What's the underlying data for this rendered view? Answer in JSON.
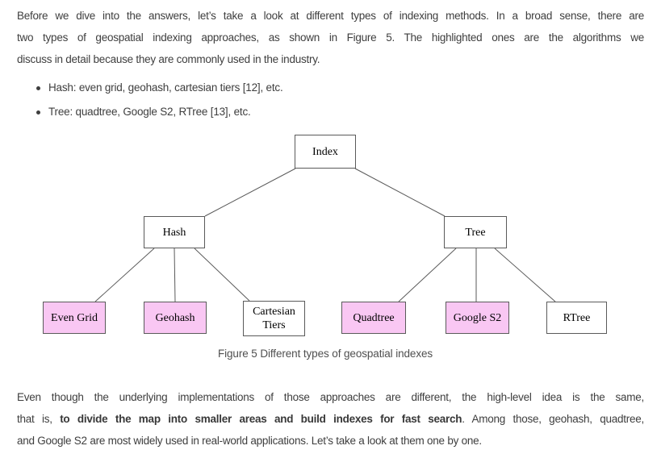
{
  "intro": {
    "lines": [
      "Before we dive into the answers, let’s take a look at different types of indexing methods. In a broad sense, there are",
      "two types of geospatial indexing approaches, as shown in Figure 5. The highlighted ones are the algorithms we",
      "discuss in detail because they are commonly used in the industry."
    ]
  },
  "bullets": [
    "Hash: even grid, geohash, cartesian tiers [12], etc.",
    "Tree: quadtree, Google S2, RTree [13], etc."
  ],
  "figure": {
    "caption": "Figure 5 Different types of geospatial indexes",
    "highlight_color": "#f9c7f3",
    "nodes": {
      "index": "Index",
      "hash": "Hash",
      "tree": "Tree",
      "even_grid": "Even Grid",
      "geohash": "Geohash",
      "cartesian_tiers": "Cartesian Tiers",
      "quadtree": "Quadtree",
      "google_s2": "Google S2",
      "rtree": "RTree"
    }
  },
  "outro": {
    "line1": "Even though the underlying implementations of those approaches are different, the high-level idea is the same,",
    "line2_pre": "that is, ",
    "line2_bold": "to divide the map into smaller areas and build indexes for fast search",
    "line2_post": ". Among those, geohash, quadtree,",
    "line3": "and Google S2 are most widely used in real-world applications. Let’s take a look at them one by one."
  }
}
